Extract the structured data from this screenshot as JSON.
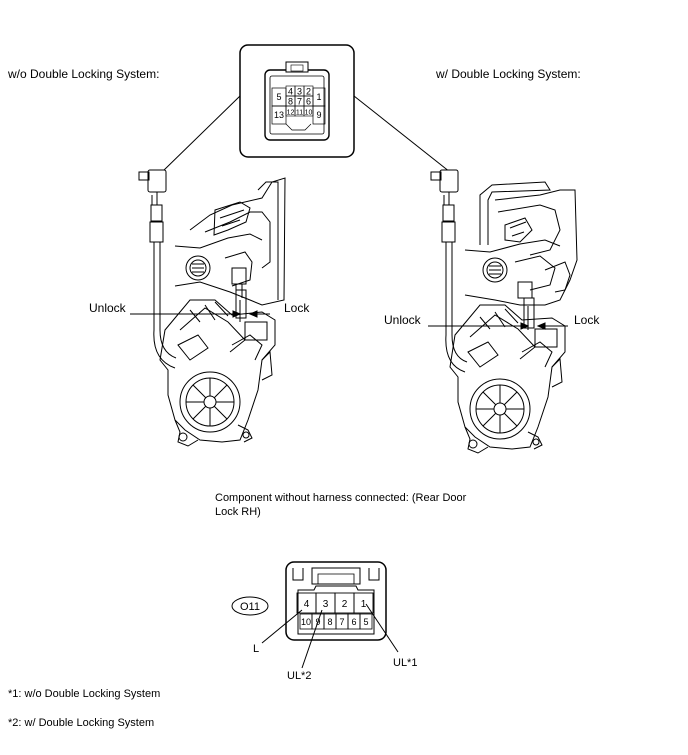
{
  "header": {
    "left_title": "w/o Double Locking System:",
    "right_title": "w/ Double Locking System:"
  },
  "left_assembly": {
    "unlock_label": "Unlock",
    "lock_label": "Lock"
  },
  "right_assembly": {
    "unlock_label": "Unlock",
    "lock_label": "Lock"
  },
  "top_connector": {
    "pins_row1": [
      "4",
      "3",
      "2"
    ],
    "pin_5": "5",
    "pins_row2": [
      "8",
      "7",
      "6"
    ],
    "pin_1": "1",
    "pin_13": "13",
    "pins_row3": [
      "12",
      "11",
      "10"
    ],
    "pin_9": "9"
  },
  "component_caption": "Component without harness connected: (Rear Door Lock RH)",
  "bottom_connector": {
    "id": "O11",
    "pins_top": [
      "4",
      "3",
      "2",
      "1"
    ],
    "pins_bottom": [
      "10",
      "9",
      "8",
      "7",
      "6",
      "5"
    ],
    "callout_l": "L",
    "callout_ul2": "UL*2",
    "callout_ul1": "UL*1"
  },
  "footnotes": {
    "note1": "*1: w/o Double Locking System",
    "note2": "*2: w/ Double Locking System"
  }
}
